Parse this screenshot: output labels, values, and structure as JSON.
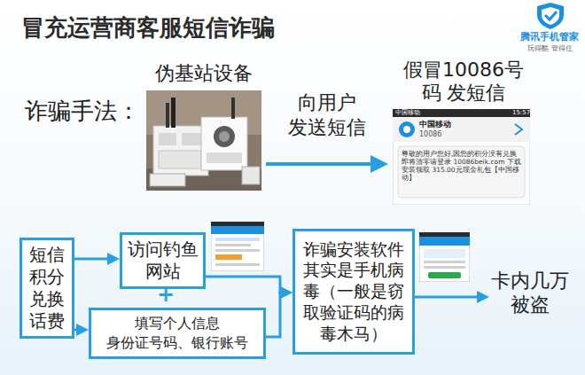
{
  "diagram": {
    "title": "冒充运营商客服短信诈骗",
    "nodes": [
      {
        "text": [
          "伪基站设备"
        ]
      },
      {
        "text": [
          "假冒10086号码 发短信"
        ]
      },
      {
        "text": [
          "短信积分兑换话费"
        ]
      },
      {
        "text": [
          "访问钓鱼网站"
        ]
      },
      {
        "text": [
          "填写个人信息",
          "身份证号码、银行账号"
        ]
      },
      {
        "text": [
          "诈骗安装软件其实是手机病毒（一般是窃取验证码的病毒木马）"
        ]
      },
      {
        "text": [
          "卡内几万被盗"
        ]
      }
    ],
    "edges": [
      {
        "from": 0,
        "to": 1,
        "arrow": "to",
        "label": "向用户 发送短信"
      },
      {
        "from": 2,
        "to": 3,
        "arrow": "to"
      },
      {
        "from": 2,
        "to": 4,
        "arrow": "to"
      },
      {
        "from": 3,
        "to": 5,
        "arrow": "to"
      },
      {
        "from": 4,
        "to": 5,
        "arrow": "to"
      },
      {
        "from": 5,
        "to": 6,
        "arrow": "to"
      }
    ],
    "labels": [
      "诈骗手法：",
      "+",
      "腾讯手机管家",
      "玩得酷 管得住",
      "中国移动",
      "15:57",
      "中国移动",
      "10086",
      "尊敬的用户您好,因您的积分没有兑换即将清零请登录 10086beik.com 下载安装领取 315.00元现金礼包【中国移动】"
    ]
  }
}
